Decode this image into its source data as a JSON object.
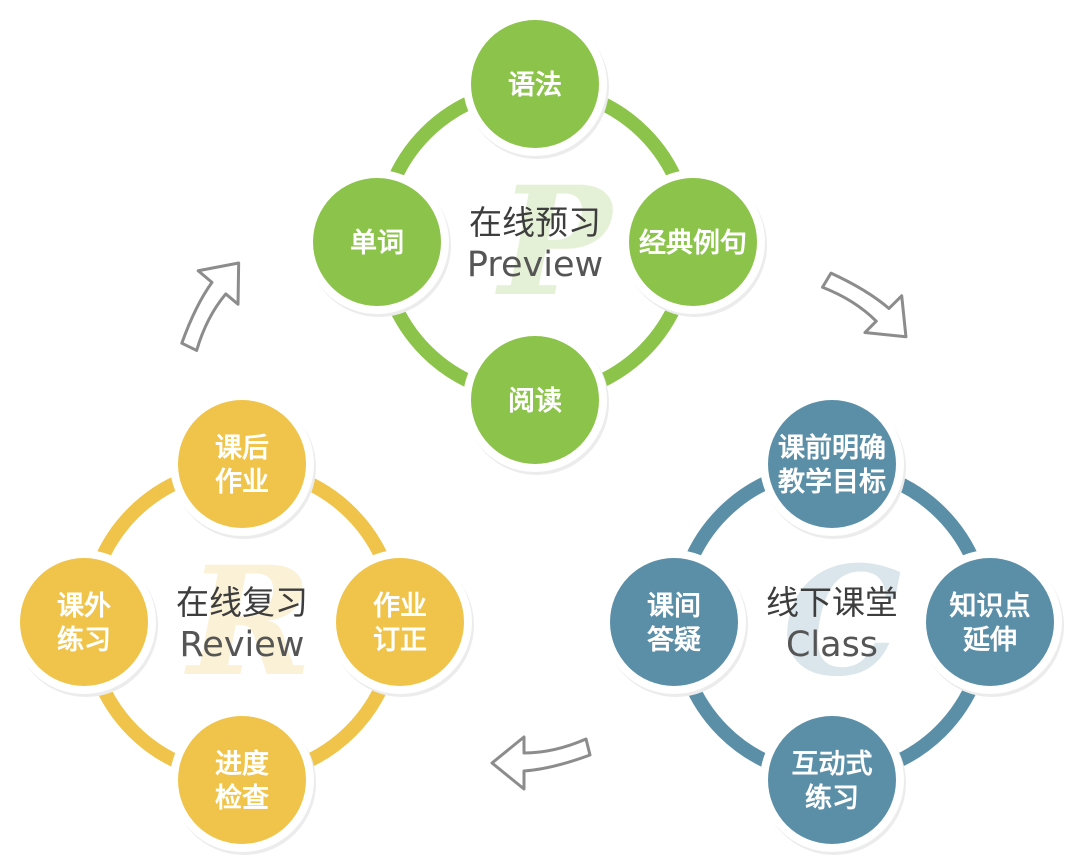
{
  "colors": {
    "preview": "#8cc34a",
    "class": "#5b8fa8",
    "review": "#f0c44a"
  },
  "cycles": [
    {
      "id": "preview",
      "watermark": "P",
      "center_cn": "在线预习",
      "center_en": "Preview",
      "nodes": [
        {
          "pos": "top",
          "lines": [
            "语法"
          ]
        },
        {
          "pos": "left",
          "lines": [
            "单词"
          ]
        },
        {
          "pos": "right",
          "lines": [
            "经典例句"
          ]
        },
        {
          "pos": "bottom",
          "lines": [
            "阅读"
          ]
        }
      ]
    },
    {
      "id": "class",
      "watermark": "C",
      "center_cn": "线下课堂",
      "center_en": "Class",
      "nodes": [
        {
          "pos": "top",
          "lines": [
            "课前明确",
            "教学目标"
          ]
        },
        {
          "pos": "left",
          "lines": [
            "课间",
            "答疑"
          ]
        },
        {
          "pos": "right",
          "lines": [
            "知识点",
            "延伸"
          ]
        },
        {
          "pos": "bottom",
          "lines": [
            "互动式",
            "练习"
          ]
        }
      ]
    },
    {
      "id": "review",
      "watermark": "R",
      "center_cn": "在线复习",
      "center_en": "Review",
      "nodes": [
        {
          "pos": "top",
          "lines": [
            "课后",
            "作业"
          ]
        },
        {
          "pos": "left",
          "lines": [
            "课外",
            "练习"
          ]
        },
        {
          "pos": "right",
          "lines": [
            "作业",
            "订正"
          ]
        },
        {
          "pos": "bottom",
          "lines": [
            "进度",
            "检查"
          ]
        }
      ]
    }
  ],
  "arrows": [
    {
      "name": "arrow-preview-to-class",
      "from": "preview",
      "to": "class"
    },
    {
      "name": "arrow-class-to-review",
      "from": "class",
      "to": "review"
    },
    {
      "name": "arrow-review-to-preview",
      "from": "review",
      "to": "preview"
    }
  ]
}
